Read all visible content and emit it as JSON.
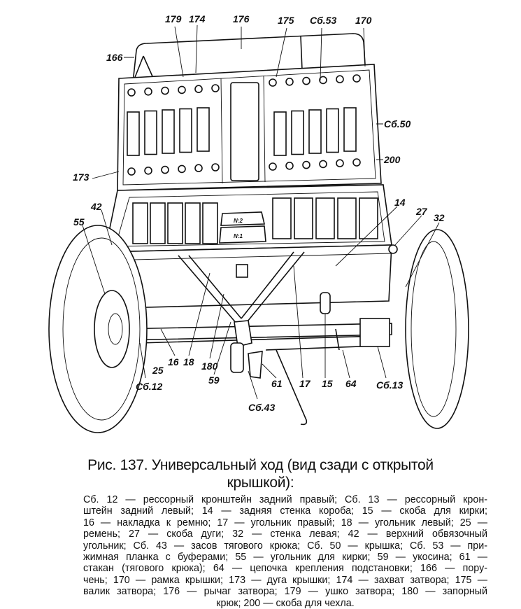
{
  "figure": {
    "labels": {
      "l179": "179",
      "l174": "174",
      "l176": "176",
      "l175": "175",
      "lsb53": "Сб.53",
      "l170": "170",
      "l166": "166",
      "lsb50": "Сб.50",
      "l200": "200",
      "l173": "173",
      "l42": "42",
      "l55": "55",
      "l14": "14",
      "l27": "27",
      "l32": "32",
      "l16": "16",
      "l18": "18",
      "l25": "25",
      "lsb12": "Сб.12",
      "l180": "180",
      "l59": "59",
      "lsb43": "Сб.43",
      "l61": "61",
      "l17": "17",
      "l15": "15",
      "l64": "64",
      "lsb13": "Сб.13",
      "n1": "N:1",
      "n2": "N:2"
    }
  },
  "caption": {
    "title_line1": "Рис. 137. Универсальный ход (вид сзади с открытой",
    "title_line2": "крышкой):",
    "lines": [
      "Сб. 12 — рессорный кронштейн задний правый; Сб. 13 — рессорный крон-",
      "штейн задний левый; 14 — задняя стенка короба; 15 — скоба для кирки;",
      "16 — накладка к ремню; 17 — угольник правый; 18 — угольник левый; 25 —",
      "ремень; 27 — скоба дуги; 32 — стенка левая; 42 — верхний обвязочный",
      "угольник; Сб. 43 — засов тягового крюка; Сб. 50 — крышка; Сб. 53 — при-",
      "жимная планка с буферами; 55 — угольник для кирки; 59 — укосина; 61 —",
      "стакан (тягового крюка); 64 — цепочка крепления подстановки; 166 — пору-",
      "чень; 170 — рамка крышки; 173 — дуга крышки; 174 — захват затвора; 175 —",
      "валик затвора; 176 — рычаг затвора; 179 — ушко затвора; 180 — запорный",
      "крюк; 200 — скоба для чехла."
    ]
  }
}
